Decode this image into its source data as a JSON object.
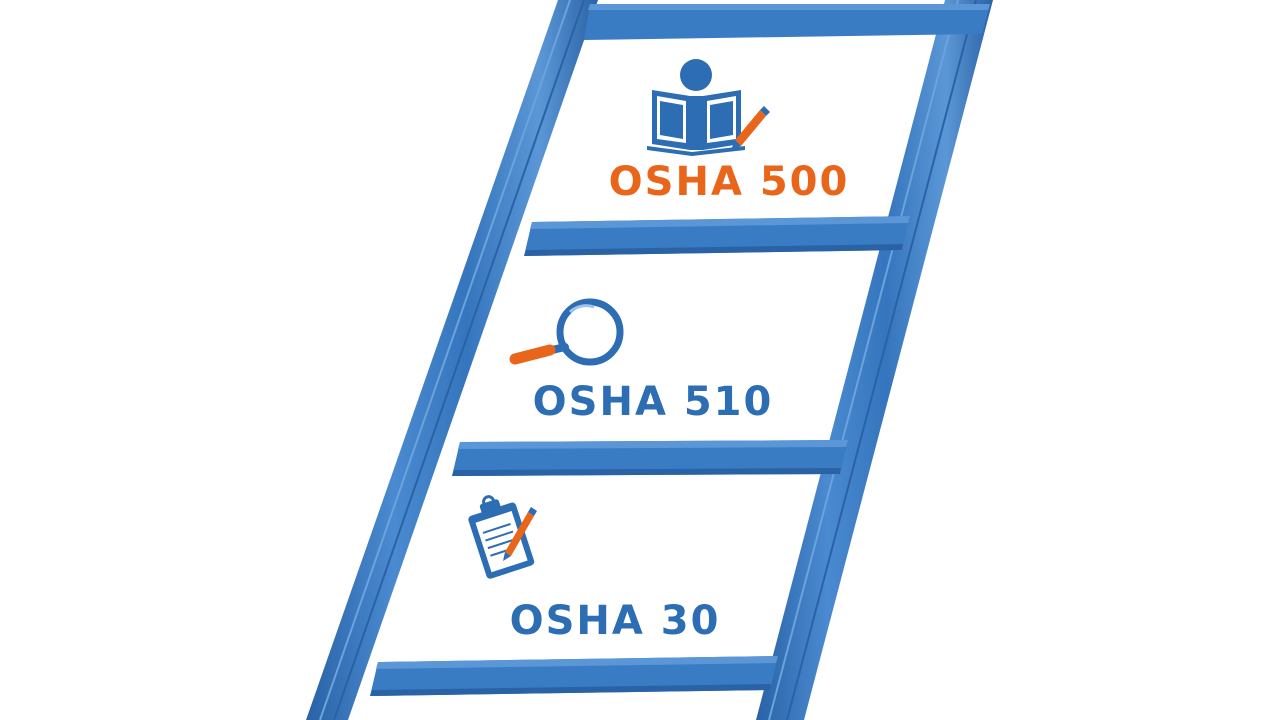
{
  "steps": [
    {
      "id": "osha500",
      "label": "OSHA 500",
      "icon": "book-reader-icon",
      "color": "#e8651a"
    },
    {
      "id": "osha510",
      "label": "OSHA 510",
      "icon": "magnifying-glass-icon",
      "color": "#2c6db3"
    },
    {
      "id": "osha30",
      "label": "OSHA 30",
      "icon": "clipboard-pencil-icon",
      "color": "#2c6db3"
    }
  ],
  "colors": {
    "ladder_blue": "#3a7cc4",
    "ladder_dark": "#2a62a6",
    "ladder_light": "#5b97d6",
    "accent_orange": "#e8651a",
    "text_blue": "#2c6db3"
  }
}
